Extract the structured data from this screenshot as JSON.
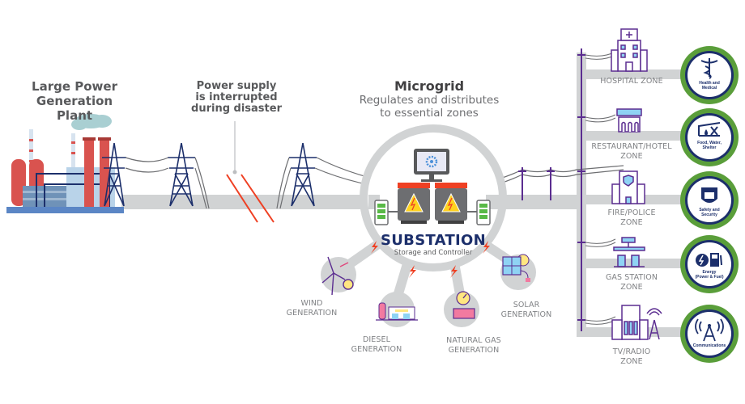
{
  "diagram": {
    "plant_title": [
      "Large Power",
      "Generation Plant"
    ],
    "interruption_note": [
      "Power supply",
      "is interrupted",
      "during disaster"
    ],
    "microgrid": {
      "title": "Microgrid",
      "subtitle": [
        "Regulates and distributes",
        "to essential zones"
      ]
    },
    "substation": {
      "title": "SUBSTATION",
      "subtitle": "Storage and Controller"
    },
    "generation_sources": [
      {
        "name": "wind",
        "label": [
          "WIND",
          "GENERATION"
        ],
        "icon": "wind-turbine-icon"
      },
      {
        "name": "diesel",
        "label": [
          "DIESEL",
          "GENERATION"
        ],
        "icon": "diesel-generator-icon"
      },
      {
        "name": "natural-gas",
        "label": [
          "NATURAL GAS",
          "GENERATION"
        ],
        "icon": "gas-meter-icon"
      },
      {
        "name": "solar",
        "label": [
          "SOLAR",
          "GENERATION"
        ],
        "icon": "solar-panel-icon"
      }
    ],
    "zones": [
      {
        "name": "hospital",
        "label": [
          "HOSPITAL ZONE"
        ],
        "icon": "hospital-icon",
        "badge": [
          "Health and",
          "Medical"
        ],
        "badge_icon": "caduceus-icon"
      },
      {
        "name": "restaurant-hotel",
        "label": [
          "RESTAURANT/HOTEL",
          "ZONE"
        ],
        "icon": "restaurant-icon",
        "badge": [
          "Food, Water,",
          "Shelter"
        ],
        "badge_icon": "shelter-icon"
      },
      {
        "name": "fire-police",
        "label": [
          "FIRE/POLICE",
          "ZONE"
        ],
        "icon": "police-station-icon",
        "badge": [
          "Safety and",
          "Security"
        ],
        "badge_icon": "police-badge-icon"
      },
      {
        "name": "gas-station",
        "label": [
          "GAS STATION",
          "ZONE"
        ],
        "icon": "gas-station-icon",
        "badge": [
          "Energy",
          "(Power & Fuel)"
        ],
        "badge_icon": "fuel-pump-icon"
      },
      {
        "name": "tv-radio",
        "label": [
          "TV/RADIO",
          "ZONE"
        ],
        "icon": "broadcast-building-icon",
        "badge": [
          "Communications"
        ],
        "badge_icon": "antenna-icon"
      }
    ],
    "colors": {
      "band": "#d1d3d4",
      "tower": "#1c2f6b",
      "break": "#ef4023",
      "purple": "#5b2d90",
      "green_ring": "#5a9e3a",
      "navy_ring": "#1c2f6b",
      "battery": "#59b947",
      "chimney": "#d9534f"
    }
  }
}
